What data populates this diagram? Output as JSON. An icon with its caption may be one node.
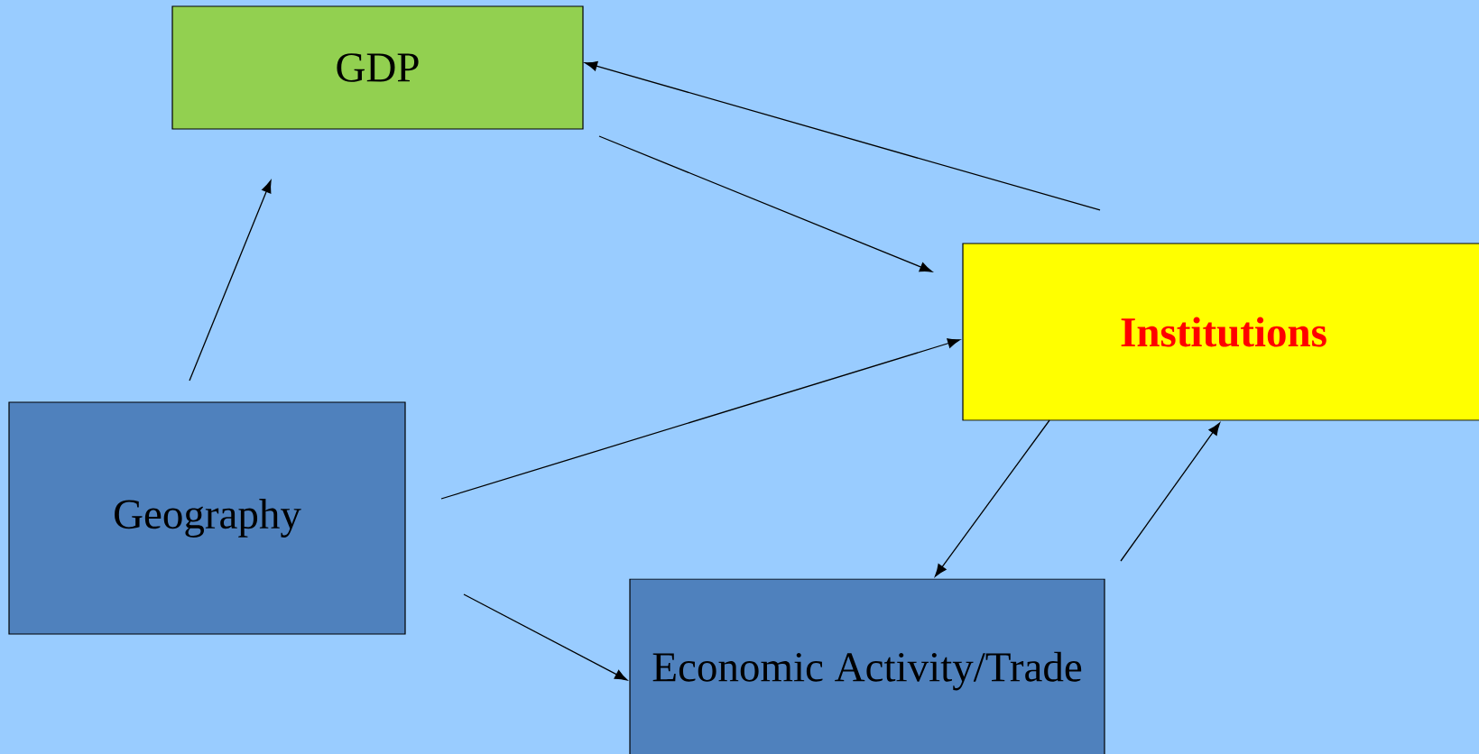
{
  "diagram": {
    "nodes": [
      {
        "text": [
          "GDP"
        ]
      },
      {
        "text": [
          "Institutions"
        ]
      },
      {
        "text": [
          "Geography"
        ]
      },
      {
        "text": [
          "Economic Activity/Trade"
        ]
      }
    ],
    "edges": [
      {
        "from": 1,
        "to": 0,
        "arrow": "to"
      },
      {
        "from": 0,
        "to": 1,
        "arrow": "to"
      },
      {
        "from": 2,
        "to": 0,
        "arrow": "to"
      },
      {
        "from": 2,
        "to": 1,
        "arrow": "to"
      },
      {
        "from": 2,
        "to": 3,
        "arrow": "to"
      },
      {
        "from": 1,
        "to": 3,
        "arrow": "to"
      },
      {
        "from": 3,
        "to": 1,
        "arrow": "to"
      }
    ]
  }
}
